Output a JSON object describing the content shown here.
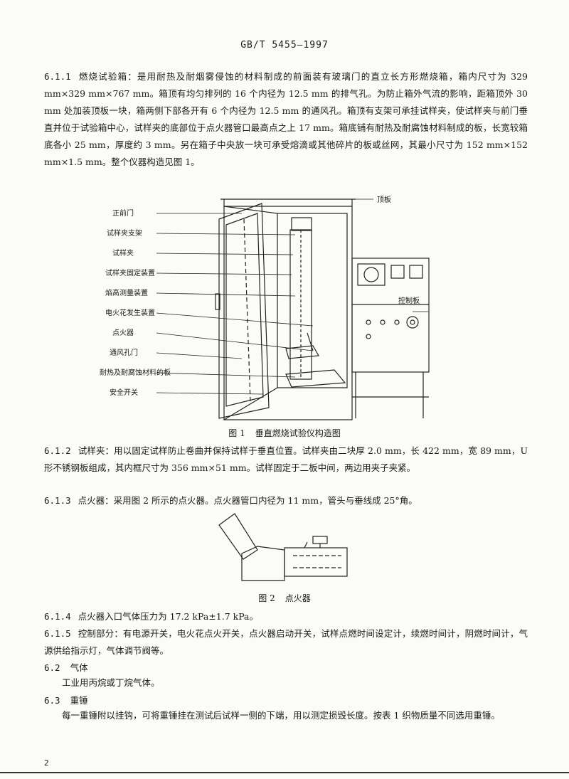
{
  "header": {
    "standard_no": "GB/T 5455—1997"
  },
  "sections": {
    "s611": {
      "num": "6.1.1",
      "text": "燃烧试验箱：是用耐热及耐烟雾侵蚀的材料制成的前面装有玻璃门的直立长方形燃烧箱，箱内尺寸为 329 mm×329 mm×767 mm。箱顶有均匀排列的 16 个内径为 12.5 mm 的排气孔。为防止箱外气流的影响，距箱顶外 30 mm 处加装顶板一块，箱两侧下部各开有 6 个内径为 12.5 mm 的通风孔。箱顶有支架可承挂试样夹，使试样夹与前门垂直并位于试验箱中心，试样夹的底部位于点火器管口最高点之上 17 mm。箱底铺有耐热及耐腐蚀材料制成的板，长宽较箱底各小 25 mm，厚度约 3 mm。另在箱子中央放一块可承受熔滴或其他碎片的板或丝网，其最小尺寸为 152 mm×152 mm×1.5 mm。整个仪器构造见图 1。"
    },
    "s612": {
      "num": "6.1.2",
      "text": "试样夹：用以固定试样防止卷曲并保持试样于垂直位置。试样夹由二块厚 2.0 mm，长 422 mm，宽 89 mm，U 形不锈钢板组成，其内框尺寸为 356 mm×51 mm。试样固定于二板中间，两边用夹子夹紧。"
    },
    "s613": {
      "num": "6.1.3",
      "text": "点火器：采用图 2 所示的点火器。点火器管口内径为 11 mm，管头与垂线成 25°角。"
    },
    "s614": {
      "num": "6.1.4",
      "text": "点火器入口气体压力为 17.2 kPa±1.7 kPa。"
    },
    "s615": {
      "num": "6.1.5",
      "text": "控制部分：有电源开关，电火花点火开关，点火器启动开关，试样点燃时间设定计，续燃时间计，阴燃时间计，气源供给指示灯，气体调节阀等。"
    },
    "s62": {
      "num": "6.2",
      "title": "气体",
      "text": "工业用丙烷或丁烷气体。"
    },
    "s63": {
      "num": "6.3",
      "title": "重锤",
      "text": "每一重锤附以挂钩，可将重锤挂在测试后试样一侧的下端，用以测定损毁长度。按表 1 织物质量不同选用重锤。"
    }
  },
  "figure1": {
    "label_no": "图 1",
    "caption": "垂直燃烧试验仪构造图",
    "labels_left": [
      "正前门",
      "试样夹支架",
      "试样夹",
      "试样夹固定装置",
      "焰高测量装置",
      "电火花发生装置",
      "点火器",
      "通风孔门",
      "耐热及耐腐蚀材料的板",
      "安全开关"
    ],
    "label_top": "顶板",
    "label_right": "控制板"
  },
  "figure2": {
    "label_no": "图 2",
    "caption": "点火器"
  },
  "footer": {
    "page": "2"
  }
}
